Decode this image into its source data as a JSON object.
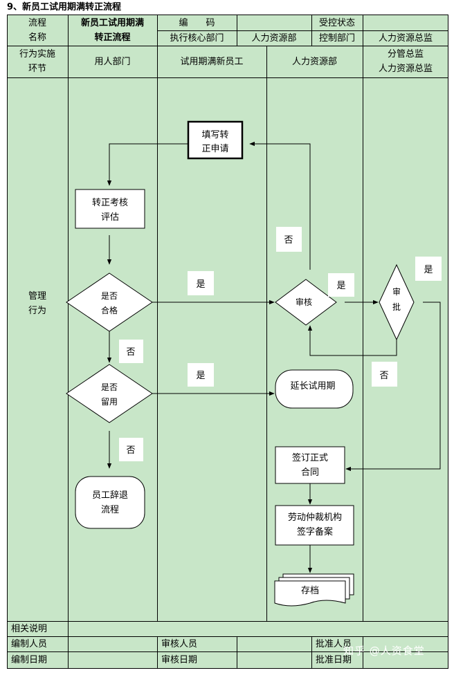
{
  "title": "9、新员工试用期满转正流程",
  "header": {
    "process_name_label": "流程\n名称",
    "process_name_value": "新员工试用期满\n转正流程",
    "code_label": "编　　码",
    "code_value": "",
    "controlled_status_label": "受控状态",
    "controlled_status_value": "",
    "exec_dept_label": "执行核心部门",
    "exec_dept_value": "人力资源部",
    "control_dept_label": "控制部门",
    "control_dept_value": "人力资源总监"
  },
  "lanes": {
    "row_header": "行为实施\n环节",
    "col1": "用人部门",
    "col2": "试用期满新员工",
    "col3": "人力资源部",
    "col4": "分管总监\n人力资源总监",
    "side_label": "管理\n行为"
  },
  "nodes": {
    "fill_application": "填写转\n正申请",
    "assessment": "转正考核\n评估",
    "qualified": "是否\n合格",
    "retain": "是否\n留用",
    "resign": "员工辞退\n流程",
    "review": "审核",
    "approve": "审\n批",
    "extend_probation": "延长试用期",
    "sign_contract": "签订正式\n合同",
    "arbitration": "劳动仲裁机构\n签字备案",
    "archive": "存档"
  },
  "edge_labels": {
    "qualified_yes": "是",
    "qualified_no": "否",
    "retain_yes": "是",
    "retain_no": "否",
    "review_no": "否",
    "review_yes": "是",
    "approve_yes": "是",
    "approve_no": "否"
  },
  "footer": {
    "notes_label": "相关说明",
    "notes_value": "",
    "author_label": "编制人员",
    "reviewer_label": "审核人员",
    "approver_label": "批准人员",
    "author_date_label": "编制日期",
    "reviewer_date_label": "审核日期",
    "approver_date_label": "批准日期"
  },
  "watermark": "知乎 @人资食堂"
}
